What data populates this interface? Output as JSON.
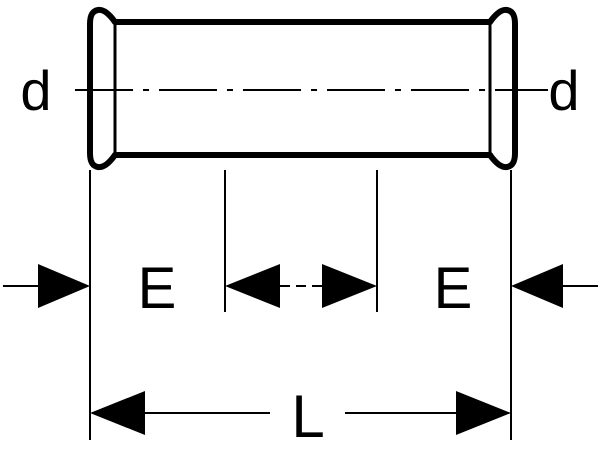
{
  "diagram": {
    "labels": {
      "diameter_left": "d",
      "diameter_right": "d",
      "insertion_left": "E",
      "insertion_right": "E",
      "overall_length": "L"
    },
    "colors": {
      "stroke": "#000000",
      "background": "#ffffff"
    }
  }
}
